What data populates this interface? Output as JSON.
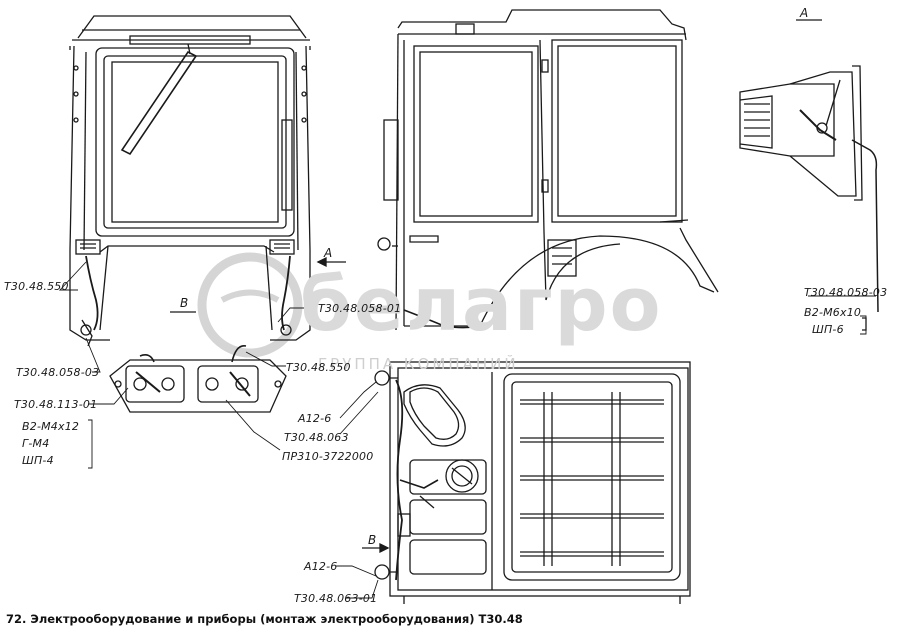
{
  "caption": "72. Электрооборудование и приборы (монтаж электрооборудования) Т30.48",
  "view_labels": {
    "a_arrow": "A",
    "a_view": "A",
    "b_left": "B",
    "b_bottom": "B"
  },
  "callouts": {
    "c1": "Т30.48.550",
    "c2": "Т30.48.058-03",
    "c3": "Т30.48.113-01",
    "c4a": "В2-М4х12",
    "c4b": "Г-М4",
    "c4c": "ШП-4",
    "c5": "Т30.48.058-01",
    "c6": "Т30.48.550",
    "c7": "А12-6",
    "c8": "Т30.48.063",
    "c9": "ПР310-3722000",
    "c10": "Т30.48.058-03",
    "c11a": "В2-М6х10",
    "c11b": "ШП-6",
    "c12": "А12-6",
    "c13": "Т30.48.063-01"
  },
  "watermark": {
    "brand": "белагро",
    "sub": "ГРУППА КОМПАНИЙ"
  }
}
